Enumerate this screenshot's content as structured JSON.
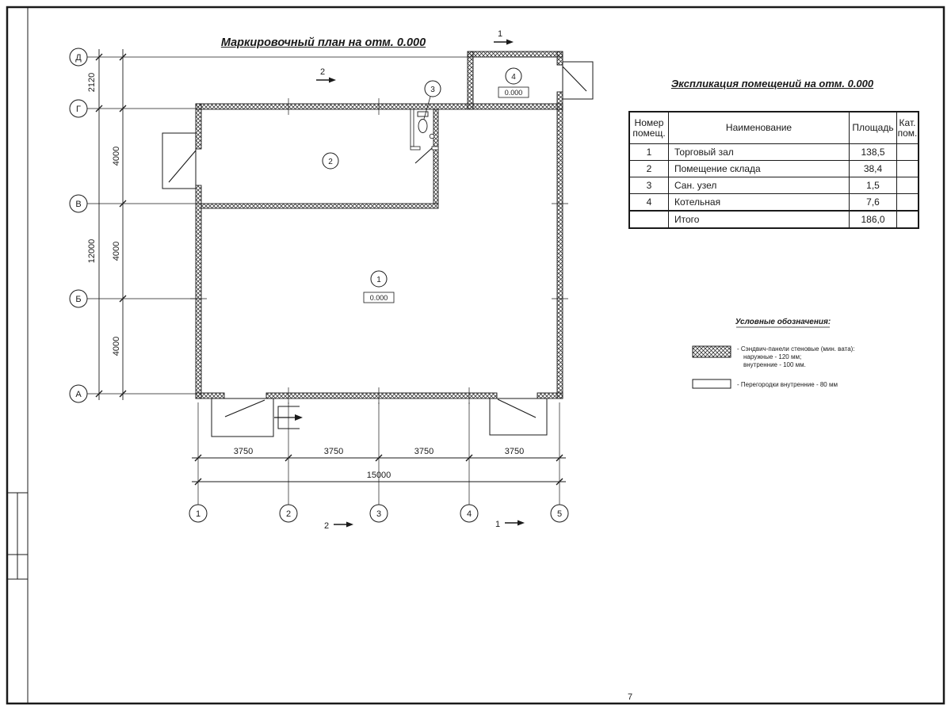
{
  "page": {
    "number": "7"
  },
  "plan": {
    "title": "Маркировочный план на отм. 0.000",
    "axes_left": [
      "Д",
      "Г",
      "В",
      "Б",
      "А"
    ],
    "axes_bottom": [
      "1",
      "2",
      "3",
      "4",
      "5"
    ],
    "dims_left": [
      "2120",
      "4000",
      "4000",
      "4000",
      "12000"
    ],
    "dims_bottom": [
      "3750",
      "3750",
      "3750",
      "3750",
      "15000"
    ],
    "rooms": {
      "r1": {
        "num": "1",
        "elev": "0.000"
      },
      "r2": {
        "num": "2"
      },
      "r3": {
        "num": "3"
      },
      "r4": {
        "num": "4",
        "elev": "0.000"
      }
    },
    "sections": {
      "s1": "1",
      "s2": "2"
    }
  },
  "schedule": {
    "title": "Экспликация помещений на отм. 0.000",
    "headers": {
      "num1": "Номер",
      "num2": "помещ.",
      "name": "Наименование",
      "area": "Площадь",
      "cat1": "Кат.",
      "cat2": "пом."
    },
    "rows": [
      {
        "num": "1",
        "name": "Торговый зал",
        "area": "138,5",
        "cat": ""
      },
      {
        "num": "2",
        "name": "Помещение склада",
        "area": "38,4",
        "cat": ""
      },
      {
        "num": "3",
        "name": "Сан. узел",
        "area": "1,5",
        "cat": ""
      },
      {
        "num": "4",
        "name": "Котельная",
        "area": "7,6",
        "cat": ""
      },
      {
        "num": "",
        "name": "Итого",
        "area": "186,0",
        "cat": ""
      }
    ]
  },
  "legend": {
    "title": "Условные обозначения:",
    "item1_line1": "- Сэндвич-панели стеновые (мин. вата):",
    "item1_line2": "наружные - 120 мм;",
    "item1_line3": "внутренние - 100 мм.",
    "item2_line1": "- Перегородки внутренние - 80 мм"
  }
}
